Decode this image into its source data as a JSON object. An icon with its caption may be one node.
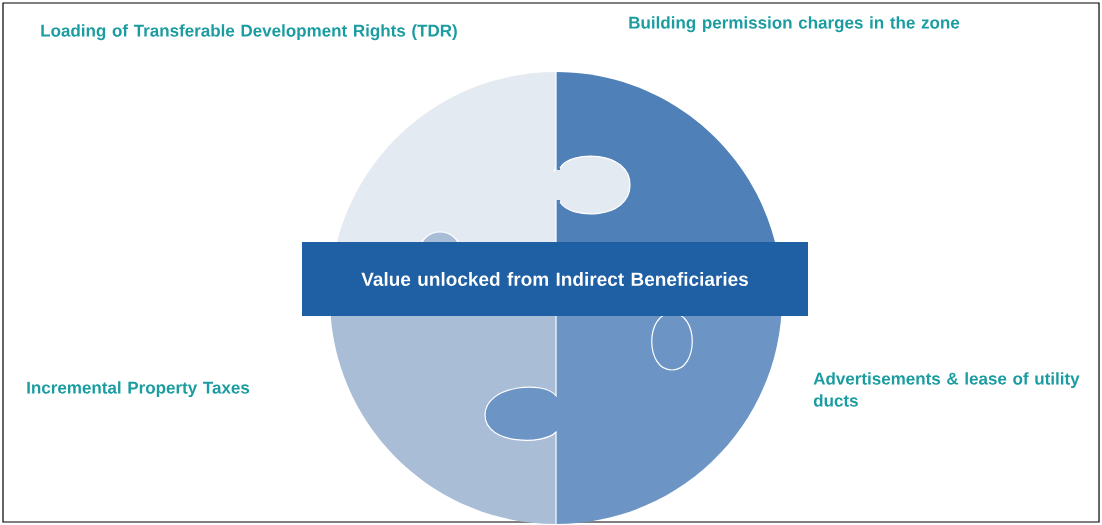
{
  "diagram": {
    "nodes": [
      {
        "text": [
          "Value unlocked from Indirect Beneficiaries"
        ]
      }
    ],
    "labels": [
      "Loading of Transferable Development Rights (TDR)",
      "Building permission charges in the zone",
      "Incremental Property Taxes",
      "Advertisements & lease of utility ducts"
    ]
  }
}
